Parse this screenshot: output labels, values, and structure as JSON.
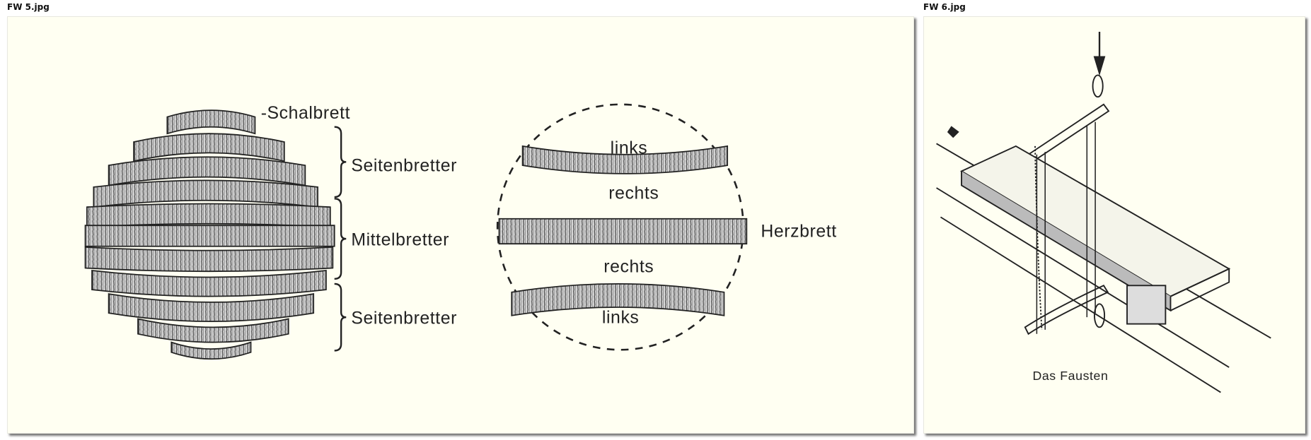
{
  "thumbnails": [
    {
      "caption": "FW 5.jpg",
      "labels": {
        "schalbrett": "-Schalbrett",
        "seitenbretter_top": "Seitenbretter",
        "mittelbretter": "Mittelbretter",
        "seitenbretter_bottom": "Seitenbretter",
        "links_top": "links",
        "rechts_top": "rechts",
        "herzbrett": "Herzbrett",
        "rechts_bottom": "rechts",
        "links_bottom": "links"
      }
    },
    {
      "caption": "FW 6.jpg",
      "labels": {
        "title": "Das Fausten"
      }
    }
  ]
}
